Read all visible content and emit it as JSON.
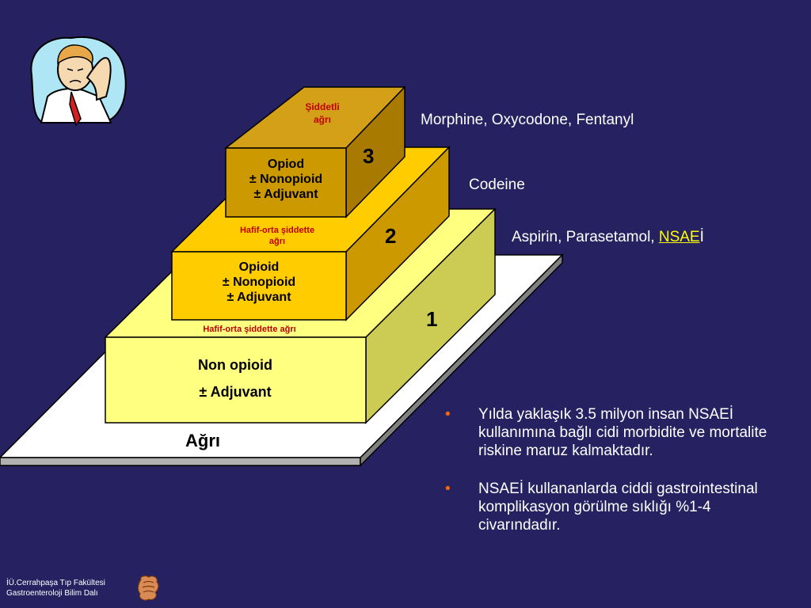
{
  "colors": {
    "background": "#262262",
    "tier1": "#ffff80",
    "tier2": "#ffcc00",
    "tier3": "#cc9900",
    "accent_red": "#c00000",
    "bullet": "#ff6600",
    "link": "#ffff00"
  },
  "icons": [
    "headache-person-clipart",
    "intestine-icon"
  ],
  "pyramid": {
    "base_label": "Ağrı",
    "tier1": {
      "number": "1",
      "line1": "Non opioid",
      "line2": "± Adjuvant",
      "caption": "Hafif-orta şiddette ağrı"
    },
    "tier2": {
      "number": "2",
      "line1": "Opioid",
      "line2": "± Nonopioid",
      "line3": "± Adjuvant",
      "caption_line1": "Hafif-orta şiddette",
      "caption_line2": "ağrı"
    },
    "tier3": {
      "number": "3",
      "line1": "Opiod",
      "line2": "± Nonopioid",
      "line3": "± Adjuvant",
      "caption_line1": "Şiddetli",
      "caption_line2": "ağrı"
    }
  },
  "drugs": {
    "tier3": "Morphine, Oxycodone, Fentanyl",
    "tier2": "Codeine",
    "tier1_prefix": "Aspirin, Parasetamol, ",
    "tier1_link": "NSAE",
    "tier1_suffix": "İ"
  },
  "bullets": [
    {
      "marker": "•",
      "text": "Yılda yaklaşık 3.5 milyon insan NSAEİ kullanımına bağlı cidi morbidite ve mortalite riskine maruz kalmaktadır."
    },
    {
      "marker": "•",
      "text": "NSAEİ  kullananlarda ciddi gastrointestinal komplikasyon görülme sıklığı   %1-4 civarındadır."
    }
  ],
  "footer": {
    "line1": "İÜ.Cerrahpaşa Tıp Fakültesi",
    "line2": "Gastroenteroloji Bilim Dalı"
  }
}
